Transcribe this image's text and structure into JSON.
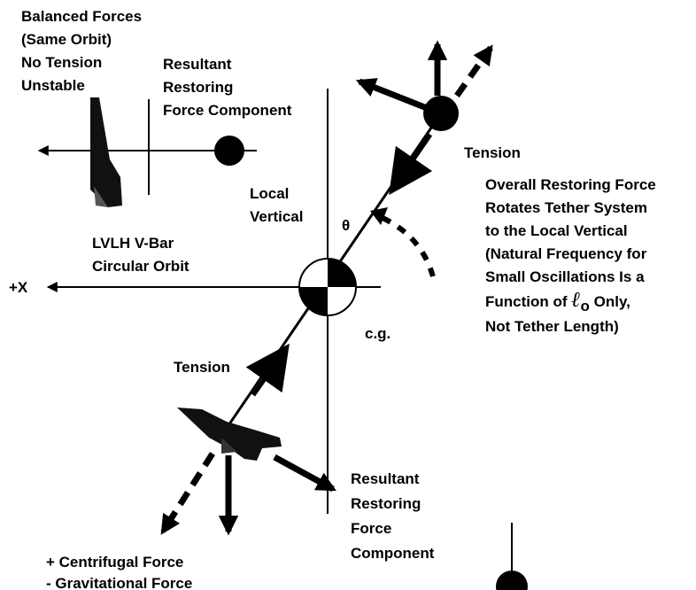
{
  "top_left_note": [
    "Balanced Forces",
    "(Same Orbit)",
    "No Tension",
    "Unstable"
  ],
  "top_resultant": [
    "Resultant",
    "Restoring",
    "Force Component"
  ],
  "local_vertical": [
    "Local",
    "Vertical"
  ],
  "theta": "θ",
  "orbit_label": [
    "LVLH V-Bar",
    "Circular Orbit"
  ],
  "x_axis": "+X",
  "cg": "c.g.",
  "tension_top": "Tension",
  "tension_bottom": "Tension",
  "overall_note": [
    "Overall Restoring Force",
    "Rotates Tether System",
    "to the Local Vertical",
    "(Natural Frequency for",
    "Small Oscillations Is a"
  ],
  "function_line": {
    "before": "Function of ",
    "symbol": "ℓ",
    "subscript": "o",
    "after": " Only,"
  },
  "not_tether": "Not Tether Length)",
  "bottom_resultant": [
    "Resultant",
    "Restoring",
    "Force",
    "Component"
  ],
  "bottom_forces": [
    "+ Centrifugal Force",
    "- Gravitational Force"
  ]
}
